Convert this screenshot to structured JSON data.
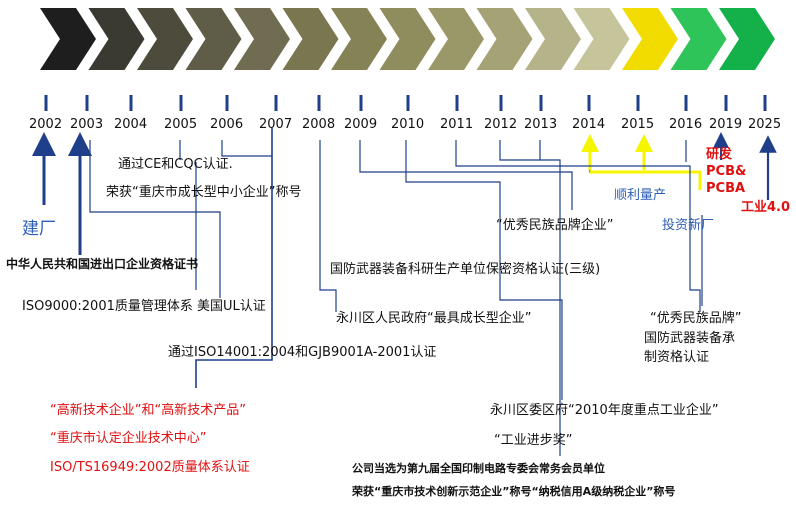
{
  "colors": {
    "axis": "#1f3f8a",
    "leader": "#1f3f8a",
    "highlight_arrow": "#f5f500",
    "chevron_dark": "#1e1e1e",
    "chevron_olive": "#7a7650",
    "chevron_khaki": "#b5b389",
    "chevron_yellow": "#f2dc00",
    "chevron_green": "#14b14a",
    "red_text": "#e01010",
    "blue_text": "#2f5fb5"
  },
  "chevrons": [
    {
      "color": "#1e1e1e"
    },
    {
      "color": "#3b3a31"
    },
    {
      "color": "#4d4b3c"
    },
    {
      "color": "#5f5c47"
    },
    {
      "color": "#6f6c52"
    },
    {
      "color": "#7a7650"
    },
    {
      "color": "#858256"
    },
    {
      "color": "#8f8c5e"
    },
    {
      "color": "#9a9768"
    },
    {
      "color": "#a5a276"
    },
    {
      "color": "#b5b389"
    },
    {
      "color": "#c6c49a"
    },
    {
      "color": "#f2dc00"
    },
    {
      "color": "#2fc45a"
    },
    {
      "color": "#14b14a"
    }
  ],
  "years": [
    "2002",
    "2003",
    "2004",
    "2005",
    "2006",
    "2007",
    "2008",
    "2009",
    "2010",
    "2011",
    "2012",
    "2013",
    "2014",
    "2015",
    "2016",
    "2019",
    "2025"
  ],
  "annotations": {
    "ce_cqc": "通过CE和CQC认证.",
    "chongqing_sme": "荣获“重庆市成长型中小企业”称号",
    "founded": "建厂",
    "import_export": "中华人民共和国进出口企业资格证书",
    "iso9000": "ISO9000:2001质量管理体系  美国UL认证",
    "iso14001": "通过ISO14001:2004和GJB9001A-2001认证",
    "hightech": "“高新技术企业”和“高新技术产品”",
    "tech_center": "“重庆市认定企业技术中心”",
    "iso16949": "ISO/TS16949:2002质量体系认证",
    "defense_secrecy": "国防武器装备科研生产单位保密资格认证(三级)",
    "yongchuan_gov": "永川区人民政府“最具成长型企业”",
    "national_brand": "“优秀民族品牌企业”",
    "mass_production": "顺利量产",
    "new_plant": "投资新厂",
    "rd": "研发",
    "pcb": "PCB&",
    "pcba": "PCBA",
    "industry40": "工业4.0",
    "brand_2016_1": "“优秀民族品牌”",
    "brand_2016_2": "国防武器装备承",
    "brand_2016_3": "制资格认证",
    "key_industry": "永川区委区府“2010年度重点工业企业”",
    "industry_progress": "“工业进步奖”",
    "pcb_committee": "公司当选为第九届全国印制电路专委会常务会员单位",
    "innovation": "荣获“重庆市技术创新示范企业”称号“纳税信用A级纳税企业”称号"
  }
}
